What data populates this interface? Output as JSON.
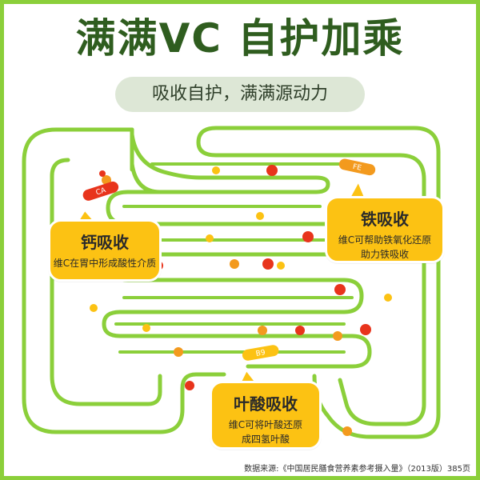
{
  "title": "满满VC 自护加乘",
  "subtitle": "吸收自护，满满源动力",
  "cards": {
    "calcium": {
      "heading": "钙吸收",
      "desc": "维C在胃中形成酸性介质"
    },
    "iron": {
      "heading": "铁吸收",
      "desc_line1": "维C可帮助铁氧化还原",
      "desc_line2": "助力铁吸收"
    },
    "folate": {
      "heading": "叶酸吸收",
      "desc_line1": "维C可将叶酸还原",
      "desc_line2": "成四氢叶酸"
    }
  },
  "pills": {
    "ca": "CA",
    "fe": "FE",
    "b9": "B9"
  },
  "source": "数据来源:《中国居民膳食营养素参考摄入量》（2013版）385页",
  "colors": {
    "border": "#8bcf3a",
    "title": "#2f5d1f",
    "gut_line": "#8bcf3a",
    "card": "#fcc213",
    "dot_red": "#e8341c",
    "dot_orange": "#f39a1e",
    "dot_yellow": "#fcc213"
  }
}
